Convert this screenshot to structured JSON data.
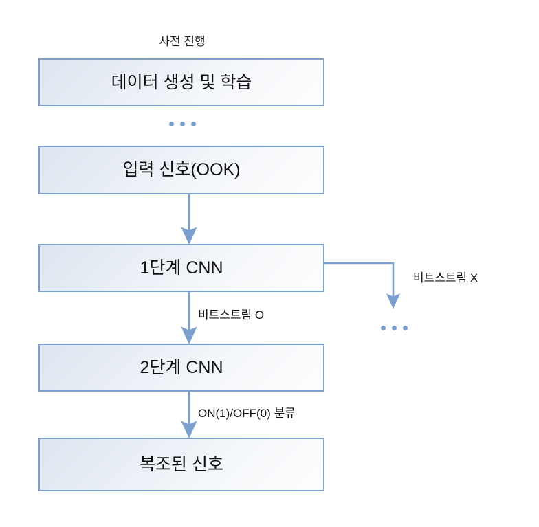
{
  "diagram": {
    "title_caption": "사전 진행",
    "accent_color": "#7ba0cd",
    "box_fill_color": "#eef2f8",
    "text_color": "#111111",
    "nodes": [
      {
        "id": "data-gen-train",
        "label": "데이터 생성 및 학습"
      },
      {
        "id": "input-signal",
        "label": "입력 신호(OOK)"
      },
      {
        "id": "stage1-cnn",
        "label": "1단계 CNN"
      },
      {
        "id": "stage2-cnn",
        "label": "2단계 CNN"
      },
      {
        "id": "demod-signal",
        "label": "복조된 신호"
      }
    ],
    "edge_labels": {
      "bitstream_ok": "비트스트림 O",
      "bitstream_x": "비트스트림 X",
      "onoff_classify": "ON(1)/OFF(0) 분류"
    },
    "ellipsis_glyph": "•••"
  }
}
